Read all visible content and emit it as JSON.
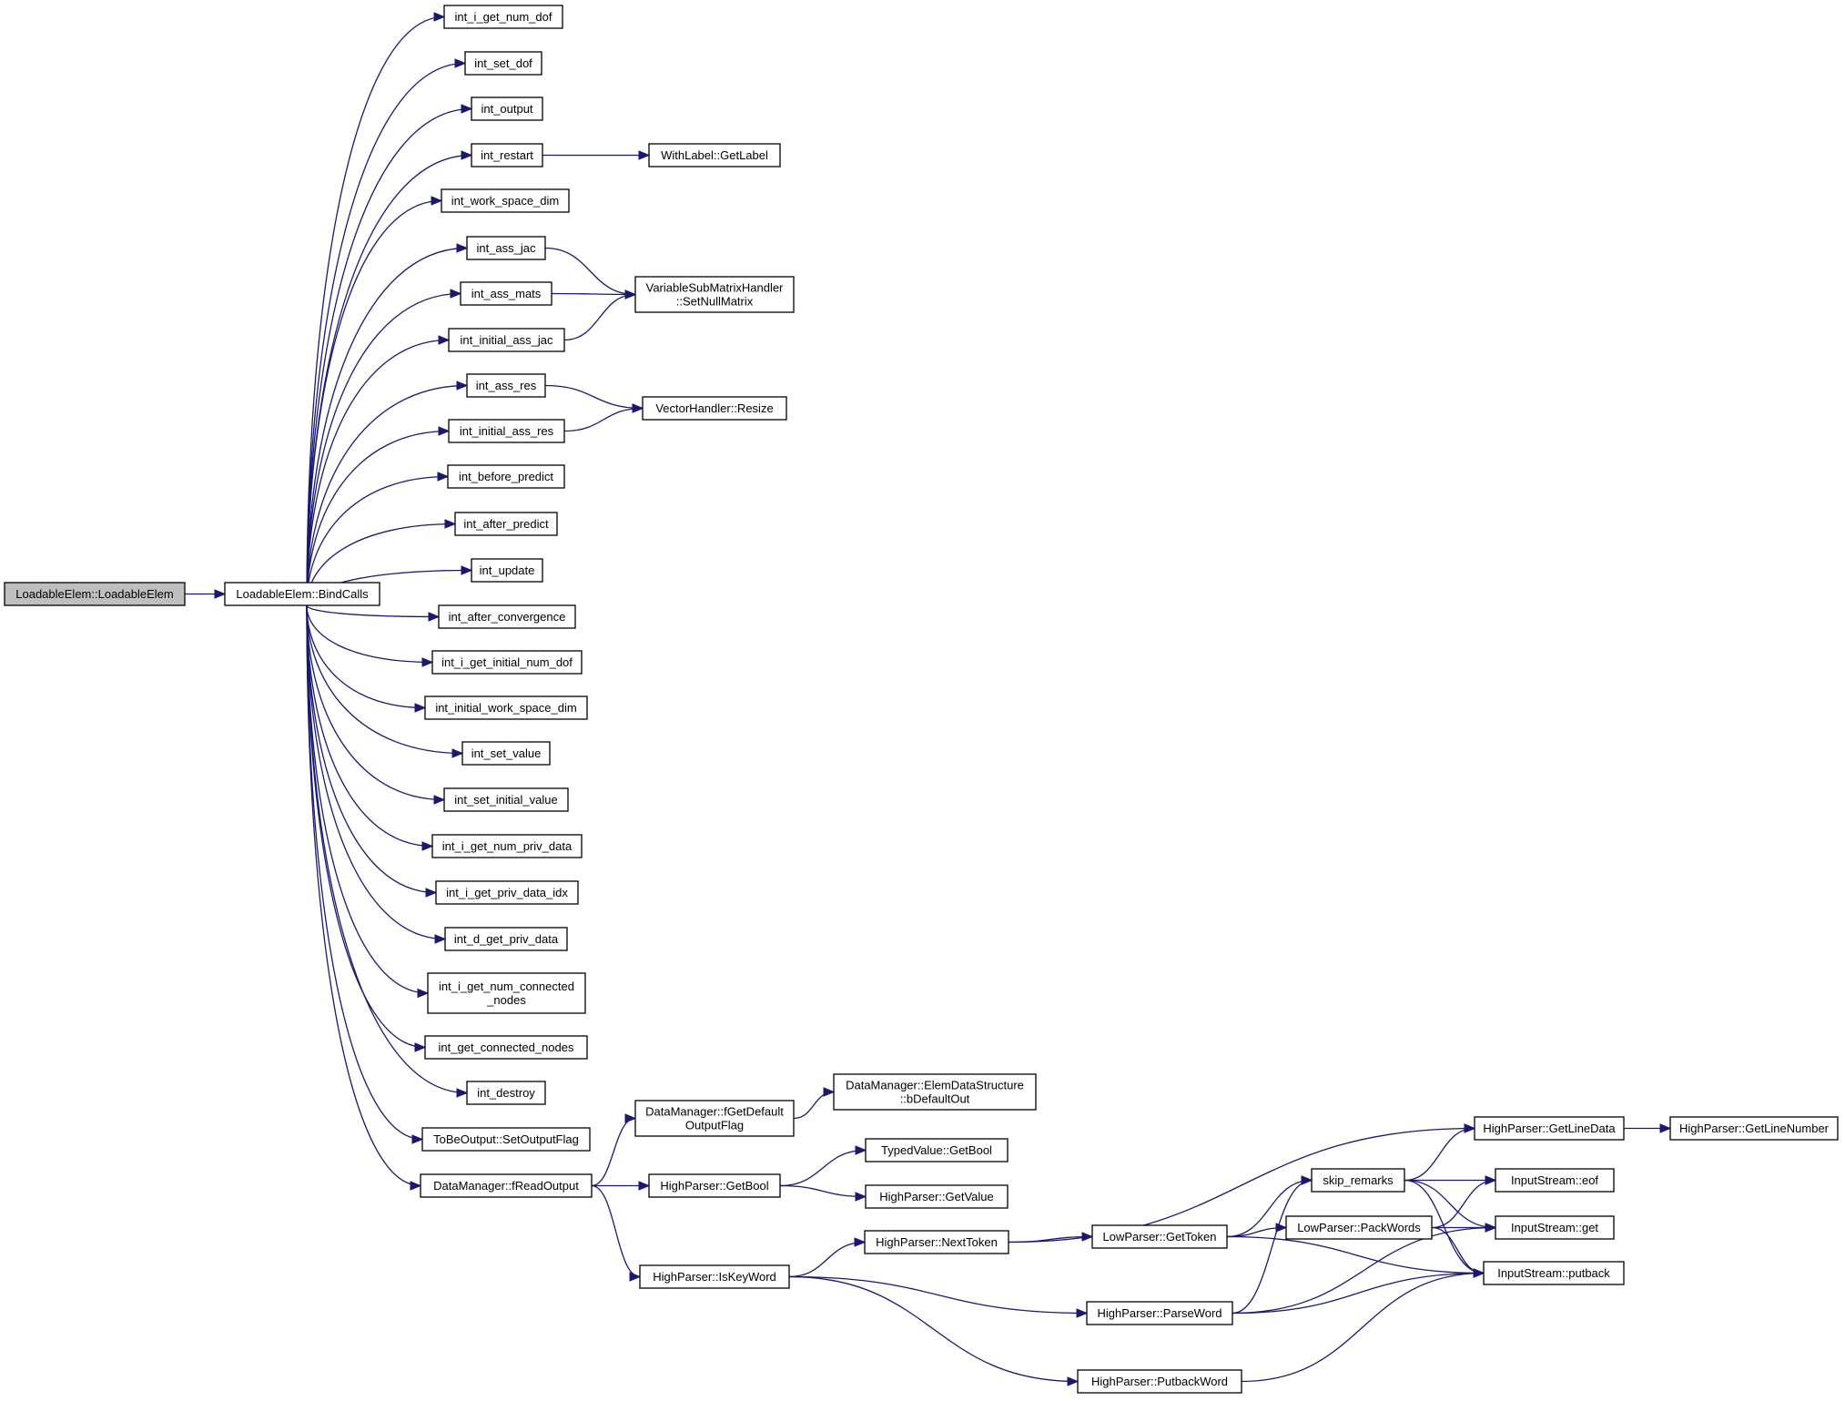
{
  "diagram": {
    "nodes": [
      {
        "id": "n0",
        "lines": [
          "LoadableElem::LoadableElem"
        ],
        "root": true
      },
      {
        "id": "n1",
        "lines": [
          "LoadableElem::BindCalls"
        ]
      },
      {
        "id": "n2",
        "lines": [
          "int_i_get_num_dof"
        ]
      },
      {
        "id": "n3",
        "lines": [
          "int_set_dof"
        ]
      },
      {
        "id": "n4",
        "lines": [
          "int_output"
        ]
      },
      {
        "id": "n5",
        "lines": [
          "int_restart"
        ]
      },
      {
        "id": "n6",
        "lines": [
          "int_work_space_dim"
        ]
      },
      {
        "id": "n7",
        "lines": [
          "int_ass_jac"
        ]
      },
      {
        "id": "n8",
        "lines": [
          "int_ass_mats"
        ]
      },
      {
        "id": "n9",
        "lines": [
          "int_initial_ass_jac"
        ]
      },
      {
        "id": "n10",
        "lines": [
          "int_ass_res"
        ]
      },
      {
        "id": "n11",
        "lines": [
          "int_initial_ass_res"
        ]
      },
      {
        "id": "n12",
        "lines": [
          "int_before_predict"
        ]
      },
      {
        "id": "n13",
        "lines": [
          "int_after_predict"
        ]
      },
      {
        "id": "n14",
        "lines": [
          "int_update"
        ]
      },
      {
        "id": "n15",
        "lines": [
          "int_after_convergence"
        ]
      },
      {
        "id": "n16",
        "lines": [
          "int_i_get_initial_num_dof"
        ]
      },
      {
        "id": "n17",
        "lines": [
          "int_initial_work_space_dim"
        ]
      },
      {
        "id": "n18",
        "lines": [
          "int_set_value"
        ]
      },
      {
        "id": "n19",
        "lines": [
          "int_set_initial_value"
        ]
      },
      {
        "id": "n20",
        "lines": [
          "int_i_get_num_priv_data"
        ]
      },
      {
        "id": "n21",
        "lines": [
          "int_i_get_priv_data_idx"
        ]
      },
      {
        "id": "n22",
        "lines": [
          "int_d_get_priv_data"
        ]
      },
      {
        "id": "n23",
        "lines": [
          "int_i_get_num_connected",
          "_nodes"
        ]
      },
      {
        "id": "n24",
        "lines": [
          "int_get_connected_nodes"
        ]
      },
      {
        "id": "n25",
        "lines": [
          "int_destroy"
        ]
      },
      {
        "id": "n26",
        "lines": [
          "ToBeOutput::SetOutputFlag"
        ]
      },
      {
        "id": "n27",
        "lines": [
          "DataManager::fReadOutput"
        ]
      },
      {
        "id": "n28",
        "lines": [
          "WithLabel::GetLabel"
        ]
      },
      {
        "id": "n29",
        "lines": [
          "VariableSubMatrixHandler",
          "::SetNullMatrix"
        ]
      },
      {
        "id": "n30",
        "lines": [
          "VectorHandler::Resize"
        ]
      },
      {
        "id": "n31",
        "lines": [
          "DataManager::fGetDefault",
          "OutputFlag"
        ]
      },
      {
        "id": "n32",
        "lines": [
          "HighParser::GetBool"
        ]
      },
      {
        "id": "n33",
        "lines": [
          "HighParser::IsKeyWord"
        ]
      },
      {
        "id": "n34",
        "lines": [
          "DataManager::ElemDataStructure",
          "::bDefaultOut"
        ]
      },
      {
        "id": "n35",
        "lines": [
          "TypedValue::GetBool"
        ]
      },
      {
        "id": "n36",
        "lines": [
          "HighParser::GetValue"
        ]
      },
      {
        "id": "n37",
        "lines": [
          "HighParser::NextToken"
        ]
      },
      {
        "id": "n38",
        "lines": [
          "HighParser::ParseWord"
        ]
      },
      {
        "id": "n39",
        "lines": [
          "HighParser::PutbackWord"
        ]
      },
      {
        "id": "n40",
        "lines": [
          "LowParser::GetToken"
        ]
      },
      {
        "id": "n41",
        "lines": [
          "skip_remarks"
        ]
      },
      {
        "id": "n42",
        "lines": [
          "LowParser::PackWords"
        ]
      },
      {
        "id": "n43",
        "lines": [
          "HighParser::GetLineData"
        ]
      },
      {
        "id": "n44",
        "lines": [
          "HighParser::GetLineNumber"
        ]
      },
      {
        "id": "n45",
        "lines": [
          "InputStream::eof"
        ]
      },
      {
        "id": "n46",
        "lines": [
          "InputStream::get"
        ]
      },
      {
        "id": "n47",
        "lines": [
          "InputStream::putback"
        ]
      }
    ],
    "edges": [
      [
        "n0",
        "n1"
      ],
      [
        "n1",
        "n2"
      ],
      [
        "n1",
        "n3"
      ],
      [
        "n1",
        "n4"
      ],
      [
        "n1",
        "n5"
      ],
      [
        "n1",
        "n6"
      ],
      [
        "n1",
        "n7"
      ],
      [
        "n1",
        "n8"
      ],
      [
        "n1",
        "n9"
      ],
      [
        "n1",
        "n10"
      ],
      [
        "n1",
        "n11"
      ],
      [
        "n1",
        "n12"
      ],
      [
        "n1",
        "n13"
      ],
      [
        "n1",
        "n14"
      ],
      [
        "n1",
        "n15"
      ],
      [
        "n1",
        "n16"
      ],
      [
        "n1",
        "n17"
      ],
      [
        "n1",
        "n18"
      ],
      [
        "n1",
        "n19"
      ],
      [
        "n1",
        "n20"
      ],
      [
        "n1",
        "n21"
      ],
      [
        "n1",
        "n22"
      ],
      [
        "n1",
        "n23"
      ],
      [
        "n1",
        "n24"
      ],
      [
        "n1",
        "n25"
      ],
      [
        "n1",
        "n26"
      ],
      [
        "n1",
        "n27"
      ],
      [
        "n5",
        "n28"
      ],
      [
        "n7",
        "n29"
      ],
      [
        "n8",
        "n29"
      ],
      [
        "n9",
        "n29"
      ],
      [
        "n10",
        "n30"
      ],
      [
        "n11",
        "n30"
      ],
      [
        "n27",
        "n31"
      ],
      [
        "n27",
        "n32"
      ],
      [
        "n27",
        "n33"
      ],
      [
        "n31",
        "n34"
      ],
      [
        "n32",
        "n35"
      ],
      [
        "n32",
        "n36"
      ],
      [
        "n33",
        "n37"
      ],
      [
        "n33",
        "n38"
      ],
      [
        "n33",
        "n39"
      ],
      [
        "n37",
        "n40"
      ],
      [
        "n37",
        "n43"
      ],
      [
        "n40",
        "n41"
      ],
      [
        "n40",
        "n42"
      ],
      [
        "n40",
        "n47"
      ],
      [
        "n38",
        "n41"
      ],
      [
        "n38",
        "n46"
      ],
      [
        "n38",
        "n47"
      ],
      [
        "n39",
        "n47"
      ],
      [
        "n41",
        "n43"
      ],
      [
        "n41",
        "n45"
      ],
      [
        "n41",
        "n46"
      ],
      [
        "n41",
        "n47"
      ],
      [
        "n42",
        "n45"
      ],
      [
        "n42",
        "n46"
      ],
      [
        "n42",
        "n47"
      ],
      [
        "n43",
        "n44"
      ]
    ]
  }
}
